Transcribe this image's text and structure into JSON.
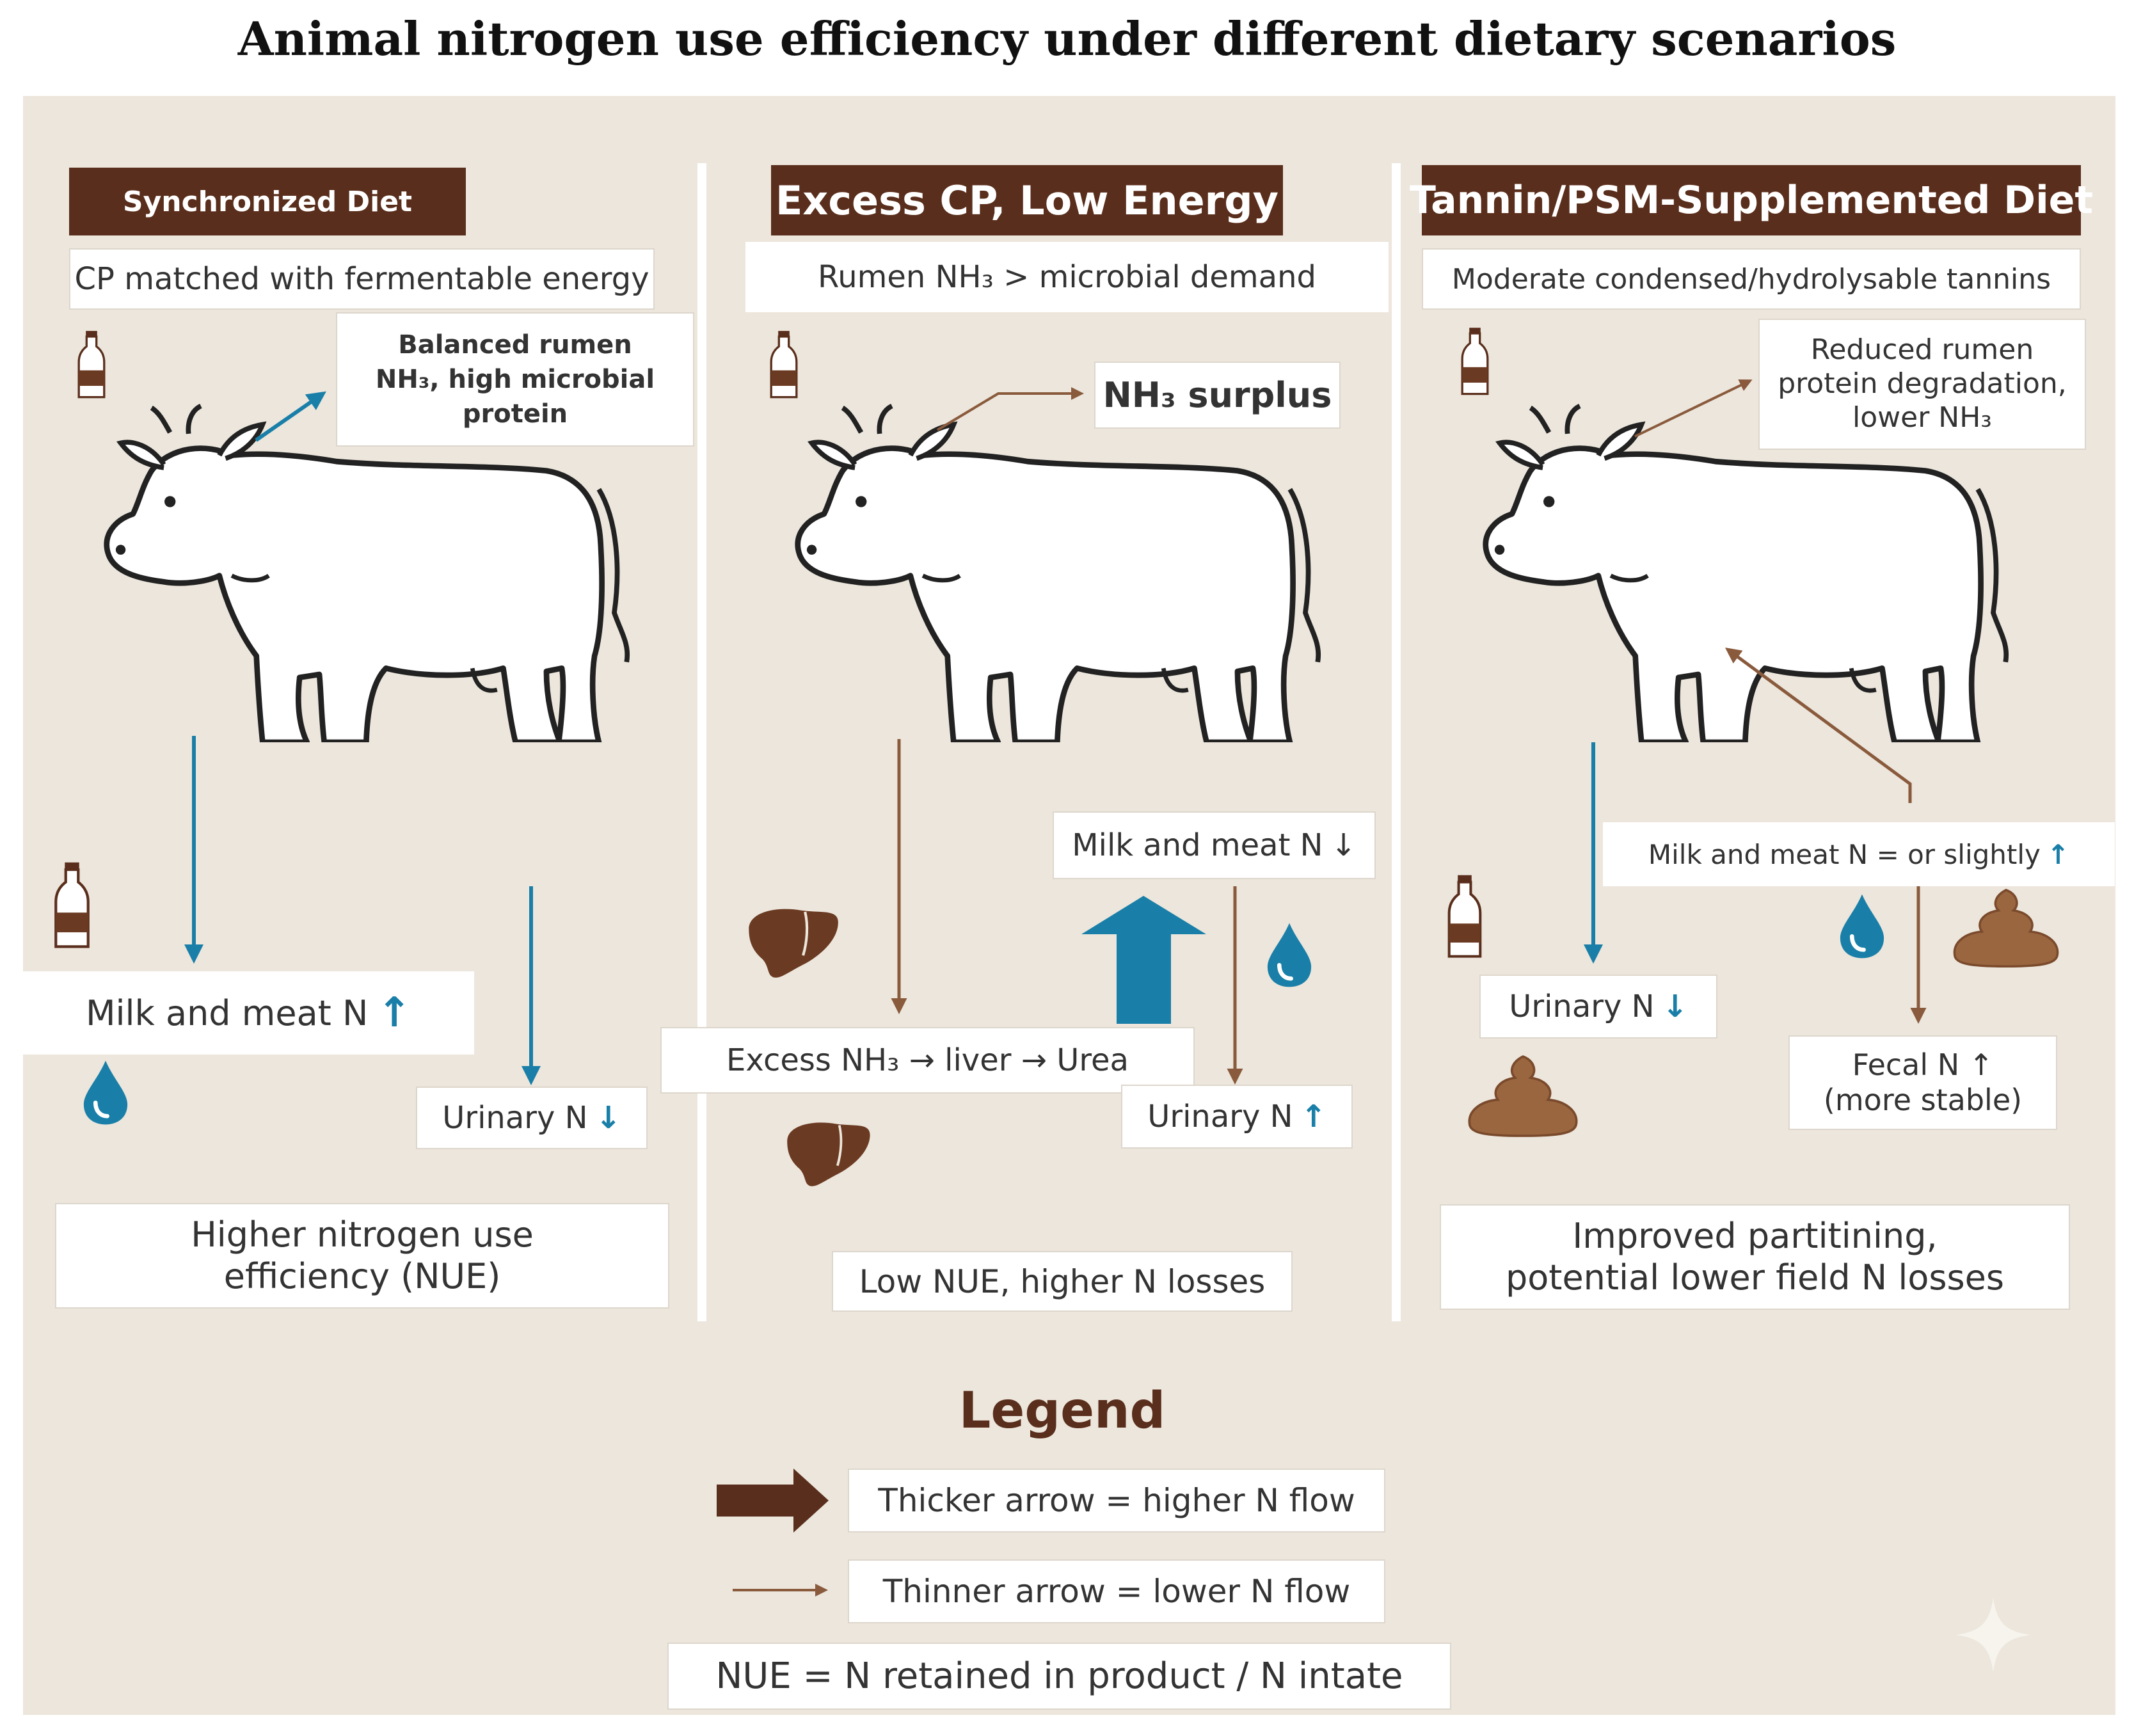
{
  "title": "Animal nitrogen use efficiency under different dietary scenarios",
  "panels": [
    {
      "header": "Synchronized Diet",
      "subtitle": "CP matched with fermentable energy",
      "rumen_box_1": "Balanced rumen",
      "rumen_box_2": "NH₃, high microbial",
      "rumen_box_3": "protein",
      "milk_label": "Milk and meat N",
      "milk_arrow": "↑",
      "urinary_label": "Urinary N",
      "urinary_arrow": "↓",
      "summary_1": "Higher nitrogen use",
      "summary_2": "efficiency (NUE)"
    },
    {
      "header": "Excess CP, Low Energy",
      "subtitle": "Rumen NH₃ > microbial demand",
      "rumen_box": "NH₃ surplus",
      "milk_label": "Milk and meat N",
      "milk_arrow": "↓",
      "liver_label": "Excess NH₃ → liver → Urea",
      "urinary_label": "Urinary N",
      "urinary_arrow": "↑",
      "summary": "Low NUE, higher N losses"
    },
    {
      "header": "Tannin/PSM-Supplemented Diet",
      "subtitle": "Moderate condensed/hydrolysable tannins",
      "rumen_box_1": "Reduced rumen",
      "rumen_box_2": "protein degradation,",
      "rumen_box_3": "lower NH₃",
      "milk_label": "Milk and meat N = or slightly",
      "milk_arrow": "↑",
      "urinary_label": "Urinary N",
      "urinary_arrow": "↓",
      "fecal_1": "Fecal N ↑",
      "fecal_2": "(more stable)",
      "summary_1": "Improved partitining,",
      "summary_2": "potential lower field N losses"
    }
  ],
  "legend": {
    "title": "Legend",
    "thick": "Thicker arrow = higher N flow",
    "thin": "Thinner arrow = lower N flow",
    "nue": "NUE = N retained in product / N intate"
  },
  "colors": {
    "brown": "#5a2e1c",
    "teal": "#1a7fa8",
    "background": "#ece6dc"
  }
}
